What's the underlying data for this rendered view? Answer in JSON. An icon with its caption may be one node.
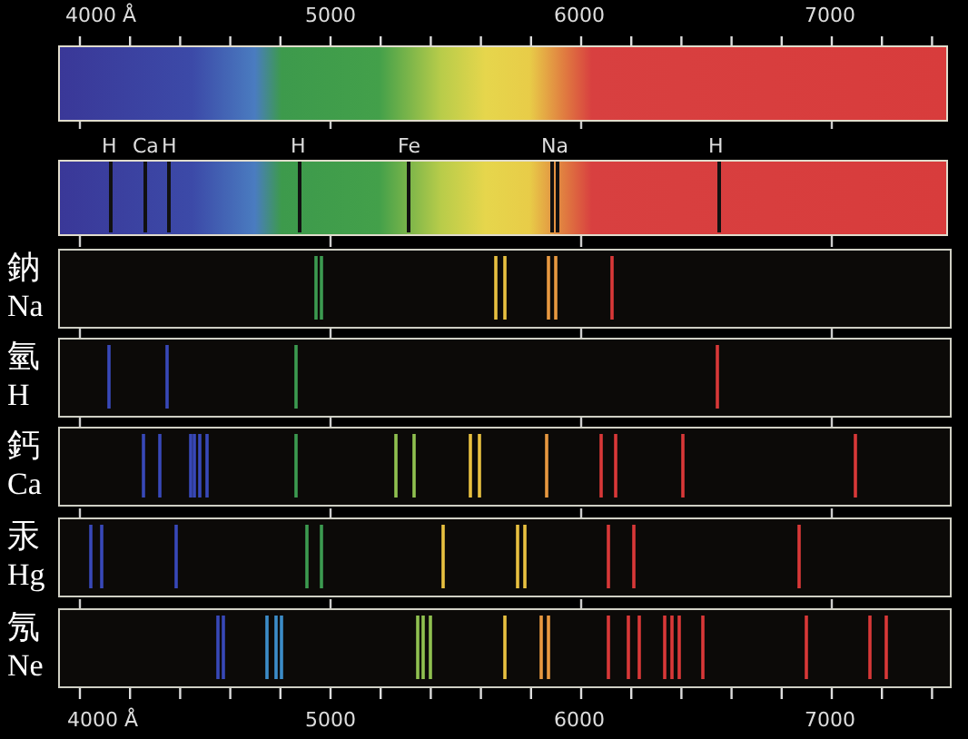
{
  "diagram": {
    "nodes": [
      {
        "text": [],
        "shape": "bar"
      },
      {
        "text": [],
        "shape": "bar"
      },
      {
        "text": [
          "鈉",
          "Na"
        ]
      },
      {
        "text": [
          "氫",
          "H"
        ]
      },
      {
        "text": [
          "鈣",
          "Ca"
        ]
      },
      {
        "text": [
          "汞",
          "Hg"
        ]
      },
      {
        "text": [
          "氖",
          "Ne"
        ]
      }
    ],
    "labels": [
      "4000 Å",
      "5000",
      "6000",
      "7000",
      "H",
      "Ca",
      "H",
      "H",
      "Fe",
      "Na",
      "H",
      "4000 Å",
      "5000",
      "6000",
      "7000"
    ]
  }
}
